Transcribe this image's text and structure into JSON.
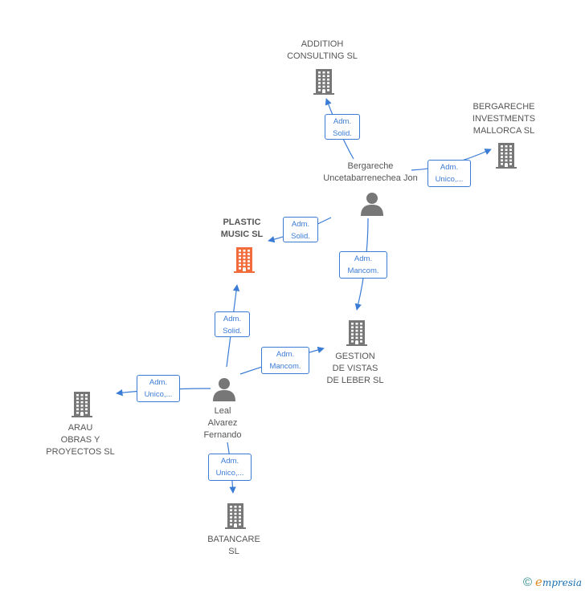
{
  "colors": {
    "edge": "#3a7bd5",
    "node_gray": "#777777",
    "node_main": "#f26b3a"
  },
  "nodes": [
    {
      "id": "additioh",
      "type": "company",
      "lines": [
        "ADDITIOH",
        "CONSULTING SL"
      ],
      "main": false
    },
    {
      "id": "bergareche_inv",
      "type": "company",
      "lines": [
        "BERGARECHE",
        "INVESTMENTS",
        "MALLORCA  SL"
      ],
      "main": false
    },
    {
      "id": "bergareche_person",
      "type": "person",
      "lines": [
        "Bergareche",
        "Uncetabarrenechea Jon"
      ],
      "main": false
    },
    {
      "id": "plastic",
      "type": "company",
      "lines": [
        "PLASTIC",
        "MUSIC  SL"
      ],
      "main": true
    },
    {
      "id": "gestion",
      "type": "company",
      "lines": [
        "GESTION",
        "DE VISTAS",
        "DE LEBER  SL"
      ],
      "main": false
    },
    {
      "id": "leal",
      "type": "person",
      "lines": [
        "Leal",
        "Alvarez",
        "Fernando"
      ],
      "main": false
    },
    {
      "id": "arau",
      "type": "company",
      "lines": [
        "ARAU",
        "OBRAS Y",
        "PROYECTOS SL"
      ],
      "main": false
    },
    {
      "id": "batancare",
      "type": "company",
      "lines": [
        "BATANCARE",
        "SL"
      ],
      "main": false
    }
  ],
  "edges": [
    {
      "id": "e1",
      "lines": [
        "Adm.",
        "Solid."
      ]
    },
    {
      "id": "e2",
      "lines": [
        "Adm.",
        "Unico,..."
      ]
    },
    {
      "id": "e3",
      "lines": [
        "Adm.",
        "Solid."
      ]
    },
    {
      "id": "e4",
      "lines": [
        "Adm.",
        "Mancom."
      ]
    },
    {
      "id": "e5",
      "lines": [
        "Adm.",
        "Solid."
      ]
    },
    {
      "id": "e6",
      "lines": [
        "Adm.",
        "Mancom."
      ]
    },
    {
      "id": "e7",
      "lines": [
        "Adm.",
        "Unico,..."
      ]
    },
    {
      "id": "e8",
      "lines": [
        "Adm.",
        "Unico,..."
      ]
    }
  ],
  "footer": {
    "copyright": "©",
    "brand_initial": "e",
    "brand_rest": "mpresia"
  }
}
